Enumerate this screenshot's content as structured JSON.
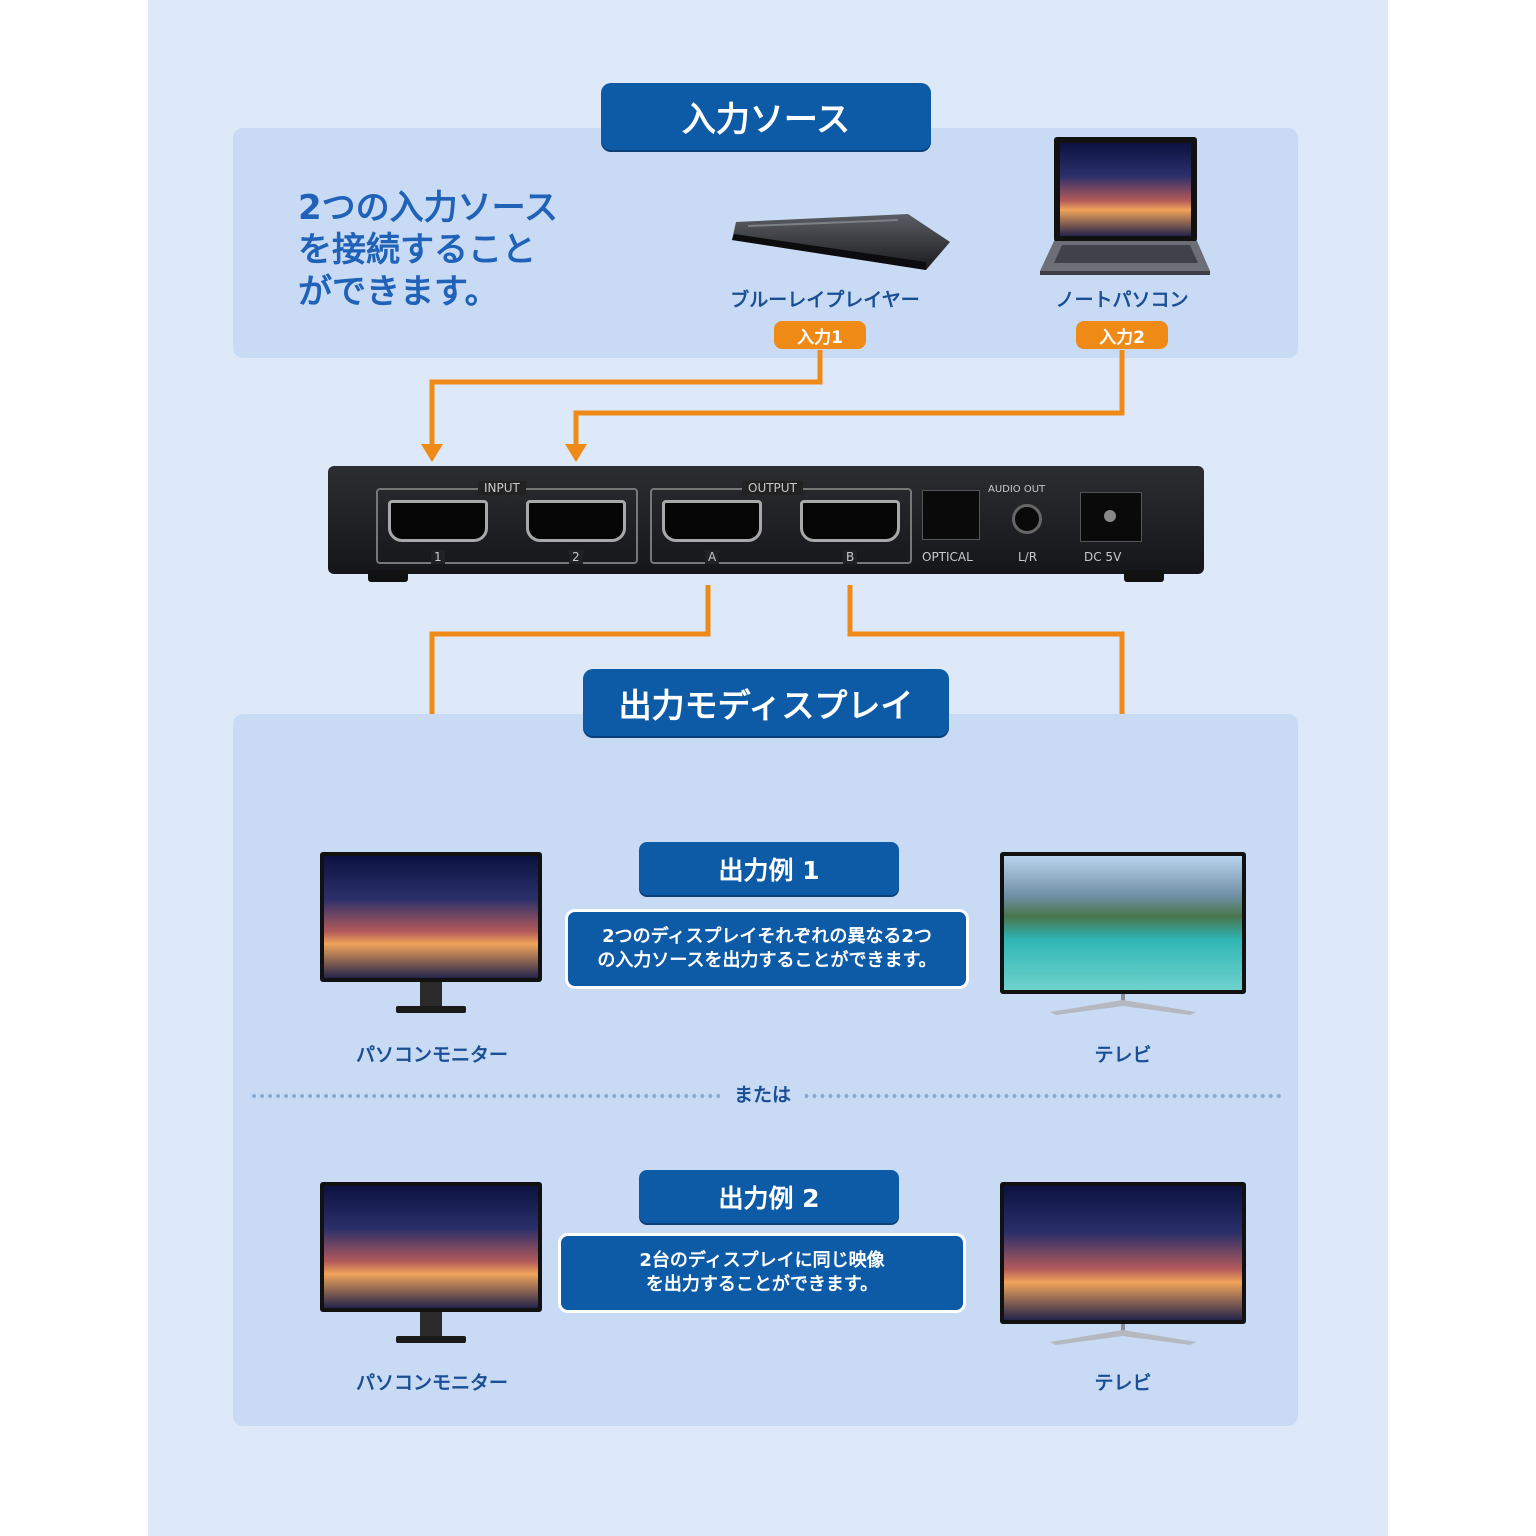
{
  "colors": {
    "banner": "#0d5aa6",
    "arrow": "#ef8a17",
    "panel": "#c8daf4",
    "background": "#dde9f8"
  },
  "input_section": {
    "banner": "入力ソース",
    "lead": "2つの入力ソース\nを接続すること\nができます。",
    "devices": [
      {
        "name": "ブルーレイプレイヤー",
        "tag": "入力1",
        "icon": "bluray-player-icon"
      },
      {
        "name": "ノートパソコン",
        "tag": "入力2",
        "icon": "laptop-icon"
      }
    ]
  },
  "switcher": {
    "icon": "hdmi-switcher-icon",
    "input_group": "INPUT",
    "output_group": "OUTPUT",
    "ports": [
      "1",
      "2",
      "A",
      "B"
    ],
    "optical": "OPTICAL",
    "audio_out": "AUDIO OUT",
    "lr": "L/R",
    "dc": "DC 5V"
  },
  "output_section": {
    "banner": "出力モディスプレイ",
    "separator": "または",
    "examples": [
      {
        "title": "出力例 1",
        "text": "2つのディスプレイそれぞれの異なる2つ\nの入力ソースを出力することができます。",
        "left": "パソコンモニター",
        "right": "テレビ"
      },
      {
        "title": "出力例 2",
        "text": "2台のディスプレイに同じ映像\nを出力することができます。",
        "left": "パソコンモニター",
        "right": "テレビ"
      }
    ]
  }
}
